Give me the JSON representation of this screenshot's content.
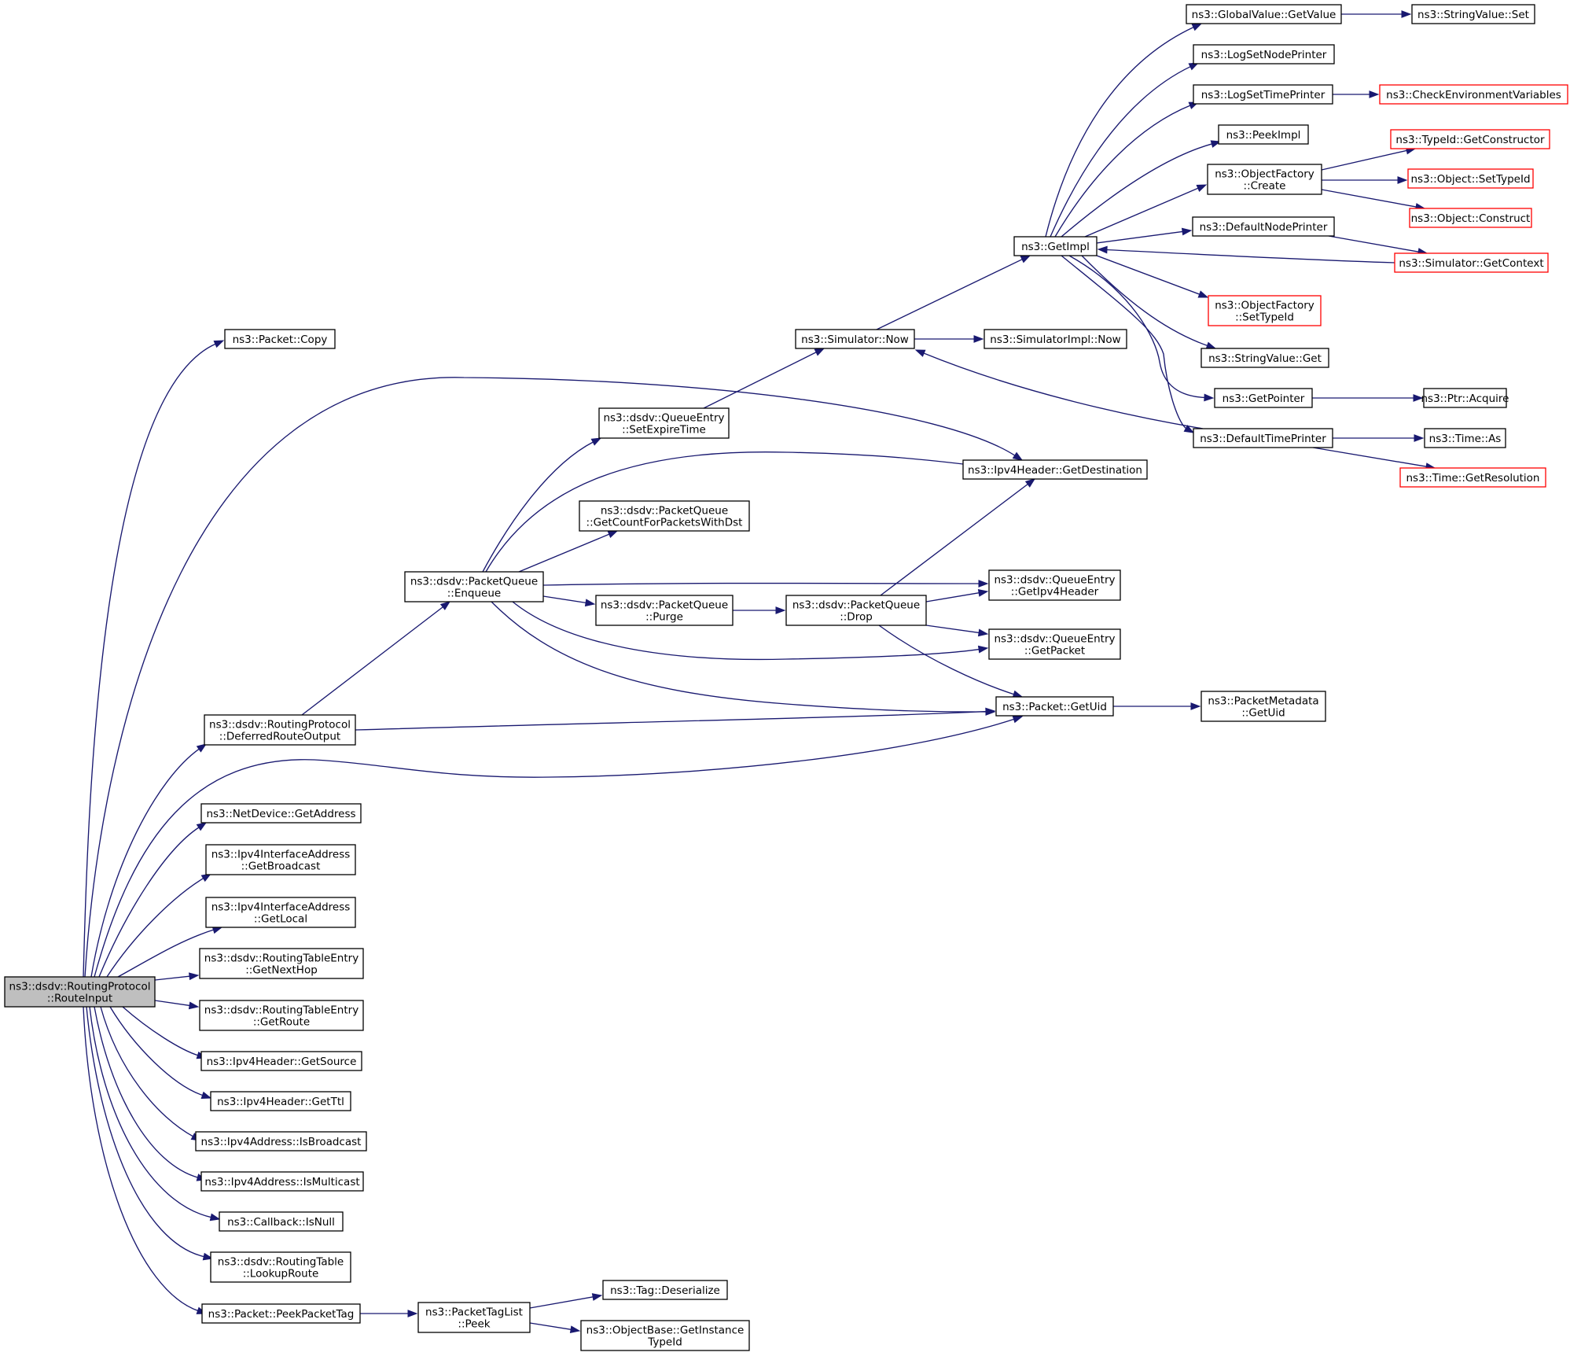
{
  "nodes": [
    {
      "id": "root",
      "lines": [
        "ns3::dsdv::RoutingProtocol",
        "::RouteInput"
      ],
      "style": "root"
    },
    {
      "id": "copy",
      "lines": [
        "ns3::Packet::Copy"
      ],
      "style": "normal"
    },
    {
      "id": "deferred",
      "lines": [
        "ns3::dsdv::RoutingProtocol",
        "::DeferredRouteOutput"
      ],
      "style": "normal"
    },
    {
      "id": "getaddr",
      "lines": [
        "ns3::NetDevice::GetAddress"
      ],
      "style": "normal"
    },
    {
      "id": "getbcast",
      "lines": [
        "ns3::Ipv4InterfaceAddress",
        "::GetBroadcast"
      ],
      "style": "normal"
    },
    {
      "id": "getlocal",
      "lines": [
        "ns3::Ipv4InterfaceAddress",
        "::GetLocal"
      ],
      "style": "normal"
    },
    {
      "id": "getnexthop",
      "lines": [
        "ns3::dsdv::RoutingTableEntry",
        "::GetNextHop"
      ],
      "style": "normal"
    },
    {
      "id": "getroute",
      "lines": [
        "ns3::dsdv::RoutingTableEntry",
        "::GetRoute"
      ],
      "style": "normal"
    },
    {
      "id": "getsource",
      "lines": [
        "ns3::Ipv4Header::GetSource"
      ],
      "style": "normal"
    },
    {
      "id": "getttl",
      "lines": [
        "ns3::Ipv4Header::GetTtl"
      ],
      "style": "normal"
    },
    {
      "id": "isbcast",
      "lines": [
        "ns3::Ipv4Address::IsBroadcast"
      ],
      "style": "normal"
    },
    {
      "id": "ismcast",
      "lines": [
        "ns3::Ipv4Address::IsMulticast"
      ],
      "style": "normal"
    },
    {
      "id": "isnull",
      "lines": [
        "ns3::Callback::IsNull"
      ],
      "style": "normal"
    },
    {
      "id": "lookup",
      "lines": [
        "ns3::dsdv::RoutingTable",
        "::LookupRoute"
      ],
      "style": "normal"
    },
    {
      "id": "peekpkttag",
      "lines": [
        "ns3::Packet::PeekPacketTag"
      ],
      "style": "normal"
    },
    {
      "id": "enqueue",
      "lines": [
        "ns3::dsdv::PacketQueue",
        "::Enqueue"
      ],
      "style": "normal"
    },
    {
      "id": "ptlpeek",
      "lines": [
        "ns3::PacketTagList",
        "::Peek"
      ],
      "style": "normal"
    },
    {
      "id": "setexpire",
      "lines": [
        "ns3::dsdv::QueueEntry",
        "::SetExpireTime"
      ],
      "style": "normal"
    },
    {
      "id": "getcount",
      "lines": [
        "ns3::dsdv::PacketQueue",
        "::GetCountForPacketsWithDst"
      ],
      "style": "normal"
    },
    {
      "id": "purge",
      "lines": [
        "ns3::dsdv::PacketQueue",
        "::Purge"
      ],
      "style": "normal"
    },
    {
      "id": "tagdeser",
      "lines": [
        "ns3::Tag::Deserialize"
      ],
      "style": "normal"
    },
    {
      "id": "getinsttid",
      "lines": [
        "ns3::ObjectBase::GetInstance",
        "TypeId"
      ],
      "style": "normal"
    },
    {
      "id": "simnow",
      "lines": [
        "ns3::Simulator::Now"
      ],
      "style": "normal"
    },
    {
      "id": "drop",
      "lines": [
        "ns3::dsdv::PacketQueue",
        "::Drop"
      ],
      "style": "normal"
    },
    {
      "id": "getdest",
      "lines": [
        "ns3::Ipv4Header::GetDestination"
      ],
      "style": "normal"
    },
    {
      "id": "simimplnow",
      "lines": [
        "ns3::SimulatorImpl::Now"
      ],
      "style": "normal"
    },
    {
      "id": "getipv4hdr",
      "lines": [
        "ns3::dsdv::QueueEntry",
        "::GetIpv4Header"
      ],
      "style": "normal"
    },
    {
      "id": "getpacket",
      "lines": [
        "ns3::dsdv::QueueEntry",
        "::GetPacket"
      ],
      "style": "normal"
    },
    {
      "id": "getuid",
      "lines": [
        "ns3::Packet::GetUid"
      ],
      "style": "normal"
    },
    {
      "id": "getimpl",
      "lines": [
        "ns3::GetImpl"
      ],
      "style": "normal"
    },
    {
      "id": "pmgetuid",
      "lines": [
        "ns3::PacketMetadata",
        "::GetUid"
      ],
      "style": "normal"
    },
    {
      "id": "gvgetvalue",
      "lines": [
        "ns3::GlobalValue::GetValue"
      ],
      "style": "normal"
    },
    {
      "id": "lognodeprinter",
      "lines": [
        "ns3::LogSetNodePrinter"
      ],
      "style": "normal"
    },
    {
      "id": "logtimeprinter",
      "lines": [
        "ns3::LogSetTimePrinter"
      ],
      "style": "normal"
    },
    {
      "id": "peekimpl",
      "lines": [
        "ns3::PeekImpl"
      ],
      "style": "normal"
    },
    {
      "id": "ofcreate",
      "lines": [
        "ns3::ObjectFactory",
        "::Create"
      ],
      "style": "normal"
    },
    {
      "id": "defnodeprinter",
      "lines": [
        "ns3::DefaultNodePrinter"
      ],
      "style": "normal"
    },
    {
      "id": "ofsettypeid",
      "lines": [
        "ns3::ObjectFactory",
        "::SetTypeId"
      ],
      "style": "red"
    },
    {
      "id": "svget",
      "lines": [
        "ns3::StringValue::Get"
      ],
      "style": "normal"
    },
    {
      "id": "getpointer",
      "lines": [
        "ns3::GetPointer"
      ],
      "style": "normal"
    },
    {
      "id": "deftimeprinter",
      "lines": [
        "ns3::DefaultTimePrinter"
      ],
      "style": "normal"
    },
    {
      "id": "svset",
      "lines": [
        "ns3::StringValue::Set"
      ],
      "style": "normal"
    },
    {
      "id": "checkenv",
      "lines": [
        "ns3::CheckEnvironmentVariables"
      ],
      "style": "red"
    },
    {
      "id": "tidgetctor",
      "lines": [
        "ns3::TypeId::GetConstructor"
      ],
      "style": "red"
    },
    {
      "id": "objsettid",
      "lines": [
        "ns3::Object::SetTypeId"
      ],
      "style": "red"
    },
    {
      "id": "objconstruct",
      "lines": [
        "ns3::Object::Construct"
      ],
      "style": "red"
    },
    {
      "id": "simgetctx",
      "lines": [
        "ns3::Simulator::GetContext"
      ],
      "style": "red"
    },
    {
      "id": "ptracquire",
      "lines": [
        "ns3::Ptr::Acquire"
      ],
      "style": "normal"
    },
    {
      "id": "timeas",
      "lines": [
        "ns3::Time::As"
      ],
      "style": "normal"
    },
    {
      "id": "timegetres",
      "lines": [
        "ns3::Time::GetResolution"
      ],
      "style": "red"
    }
  ],
  "edges": [
    [
      "root",
      "copy"
    ],
    [
      "root",
      "getdest"
    ],
    [
      "root",
      "deferred"
    ],
    [
      "root",
      "getuid"
    ],
    [
      "root",
      "getaddr"
    ],
    [
      "root",
      "getbcast"
    ],
    [
      "root",
      "getlocal"
    ],
    [
      "root",
      "getnexthop"
    ],
    [
      "root",
      "getroute"
    ],
    [
      "root",
      "getsource"
    ],
    [
      "root",
      "getttl"
    ],
    [
      "root",
      "isbcast"
    ],
    [
      "root",
      "ismcast"
    ],
    [
      "root",
      "isnull"
    ],
    [
      "root",
      "lookup"
    ],
    [
      "root",
      "peekpkttag"
    ],
    [
      "deferred",
      "enqueue"
    ],
    [
      "deferred",
      "getuid"
    ],
    [
      "enqueue",
      "setexpire"
    ],
    [
      "enqueue",
      "getdest"
    ],
    [
      "enqueue",
      "getcount"
    ],
    [
      "enqueue",
      "getipv4hdr"
    ],
    [
      "enqueue",
      "purge"
    ],
    [
      "enqueue",
      "getpacket"
    ],
    [
      "enqueue",
      "getuid"
    ],
    [
      "purge",
      "drop"
    ],
    [
      "drop",
      "getdest"
    ],
    [
      "drop",
      "getipv4hdr"
    ],
    [
      "drop",
      "getpacket"
    ],
    [
      "drop",
      "getuid"
    ],
    [
      "setexpire",
      "simnow"
    ],
    [
      "simnow",
      "getimpl"
    ],
    [
      "simnow",
      "simimplnow"
    ],
    [
      "getuid",
      "pmgetuid"
    ],
    [
      "peekpkttag",
      "ptlpeek"
    ],
    [
      "ptlpeek",
      "tagdeser"
    ],
    [
      "ptlpeek",
      "getinsttid"
    ],
    [
      "getimpl",
      "gvgetvalue"
    ],
    [
      "getimpl",
      "lognodeprinter"
    ],
    [
      "getimpl",
      "logtimeprinter"
    ],
    [
      "getimpl",
      "peekimpl"
    ],
    [
      "getimpl",
      "ofcreate"
    ],
    [
      "getimpl",
      "defnodeprinter"
    ],
    [
      "getimpl",
      "ofsettypeid"
    ],
    [
      "getimpl",
      "svget"
    ],
    [
      "getimpl",
      "getpointer"
    ],
    [
      "getimpl",
      "deftimeprinter"
    ],
    [
      "gvgetvalue",
      "svset"
    ],
    [
      "logtimeprinter",
      "checkenv"
    ],
    [
      "ofcreate",
      "tidgetctor"
    ],
    [
      "ofcreate",
      "objsettid"
    ],
    [
      "ofcreate",
      "objconstruct"
    ],
    [
      "defnodeprinter",
      "simgetctx"
    ],
    [
      "simgetctx",
      "getimpl"
    ],
    [
      "getpointer",
      "ptracquire"
    ],
    [
      "deftimeprinter",
      "simnow"
    ],
    [
      "deftimeprinter",
      "timeas"
    ],
    [
      "deftimeprinter",
      "timegetres"
    ]
  ]
}
